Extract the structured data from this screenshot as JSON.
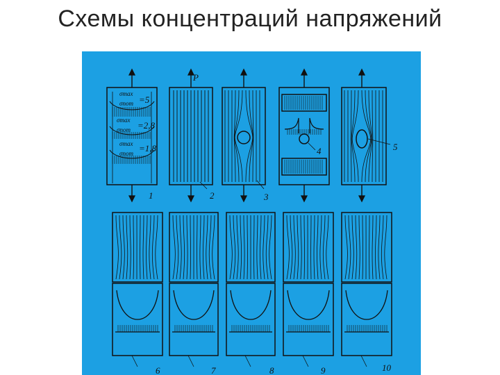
{
  "title": "Схемы концентраций напряжений",
  "colors": {
    "figure_bg": "#1ca0e3",
    "ink": "#111111"
  },
  "figure": {
    "load_label": "P",
    "ratios": [
      {
        "num": "σmax",
        "den": "σnom",
        "value": "=5"
      },
      {
        "num": "σmax",
        "den": "σnom",
        "value": "=2,8"
      },
      {
        "num": "σmax",
        "den": "σnom",
        "value": "=1,8"
      }
    ],
    "callouts": [
      "1",
      "2",
      "3",
      "4",
      "5",
      "6",
      "7",
      "8",
      "9",
      "10"
    ]
  }
}
